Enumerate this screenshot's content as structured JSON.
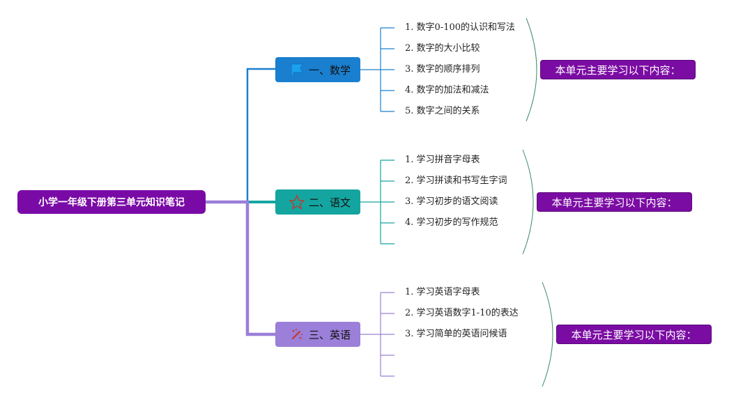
{
  "root": {
    "title": "小学一年级下册第三单元知识笔记"
  },
  "branches": [
    {
      "label": "一、数学",
      "icon": "flag-icon",
      "color": "#1a7fcf",
      "items": [
        "1. 数字0-100的认识和写法",
        "2. 数字的大小比较",
        "3. 数字的顺序排列",
        "4. 数字的加法和减法",
        "5. 数字之间的关系"
      ],
      "summary": "本单元主要学习以下内容："
    },
    {
      "label": "二、语文",
      "icon": "star-icon",
      "color": "#14a5a0",
      "items": [
        "1. 学习拼音字母表",
        "2. 学习拼读和书写生字词",
        "3. 学习初步的语文阅读",
        "4. 学习初步的写作规范",
        ""
      ],
      "summary": "本单元主要学习以下内容："
    },
    {
      "label": "三、英语",
      "icon": "magic-wand-icon",
      "color": "#9b7fd8",
      "items": [
        "1. 学习英语字母表",
        "2. 学习英语数字1-10的表达",
        "3. 学习简单的英语问候语",
        "",
        ""
      ],
      "summary": "本单元主要学习以下内容："
    }
  ],
  "colors": {
    "root": "#7a0aa6",
    "summary": "#7b0ca3",
    "brace": "#3a8a6a"
  }
}
